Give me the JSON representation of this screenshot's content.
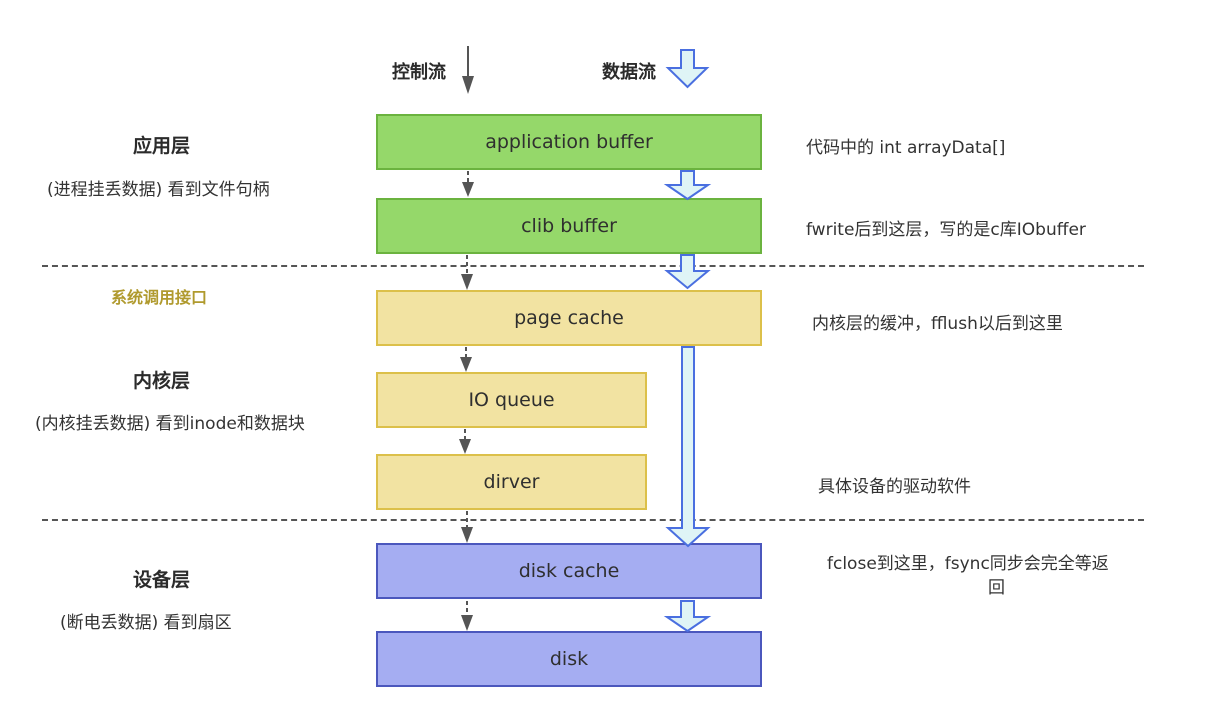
{
  "legend": {
    "control_flow_label": "控制流",
    "data_flow_label": "数据流"
  },
  "layers": {
    "application": {
      "title": "应用层",
      "desc": "(进程挂丢数据) 看到文件句柄"
    },
    "syscall": {
      "label": "系统调用接口"
    },
    "kernel": {
      "title": "内核层",
      "desc": "(内核挂丢数据) 看到inode和数据块"
    },
    "device": {
      "title": "设备层",
      "desc": "(断电丢数据)  看到扇区"
    }
  },
  "boxes": [
    {
      "id": "application-buffer",
      "label": "application buffer",
      "color": "#95d86a"
    },
    {
      "id": "clib-buffer",
      "label": "clib buffer",
      "color": "#95d86a"
    },
    {
      "id": "page-cache",
      "label": "page cache",
      "color": "#f2e3a2"
    },
    {
      "id": "io-queue",
      "label": "IO queue",
      "color": "#f2e3a2"
    },
    {
      "id": "driver",
      "label": "dirver",
      "color": "#f2e3a2"
    },
    {
      "id": "disk-cache",
      "label": "disk cache",
      "color": "#a5adf2"
    },
    {
      "id": "disk",
      "label": "disk",
      "color": "#a5adf2"
    }
  ],
  "notes": {
    "application_buffer": "代码中的 int arrayData[]",
    "clib_buffer": "fwrite后到这层，写的是c库IObuffer",
    "page_cache": "内核层的缓冲，fflush以后到这里",
    "driver": "具体设备的驱动软件",
    "disk_cache_line1": "fclose到这里，fsync同步会完全等返",
    "disk_cache_line2": "回"
  },
  "colors": {
    "app_layer": "#95d86a",
    "kernel_layer": "#f2e3a2",
    "device_layer": "#a5adf2",
    "syscall_text": "#b09a2e",
    "data_arrow_fill": "#dff4f6",
    "data_arrow_stroke": "#4a6fe0",
    "control_arrow": "#555555"
  }
}
